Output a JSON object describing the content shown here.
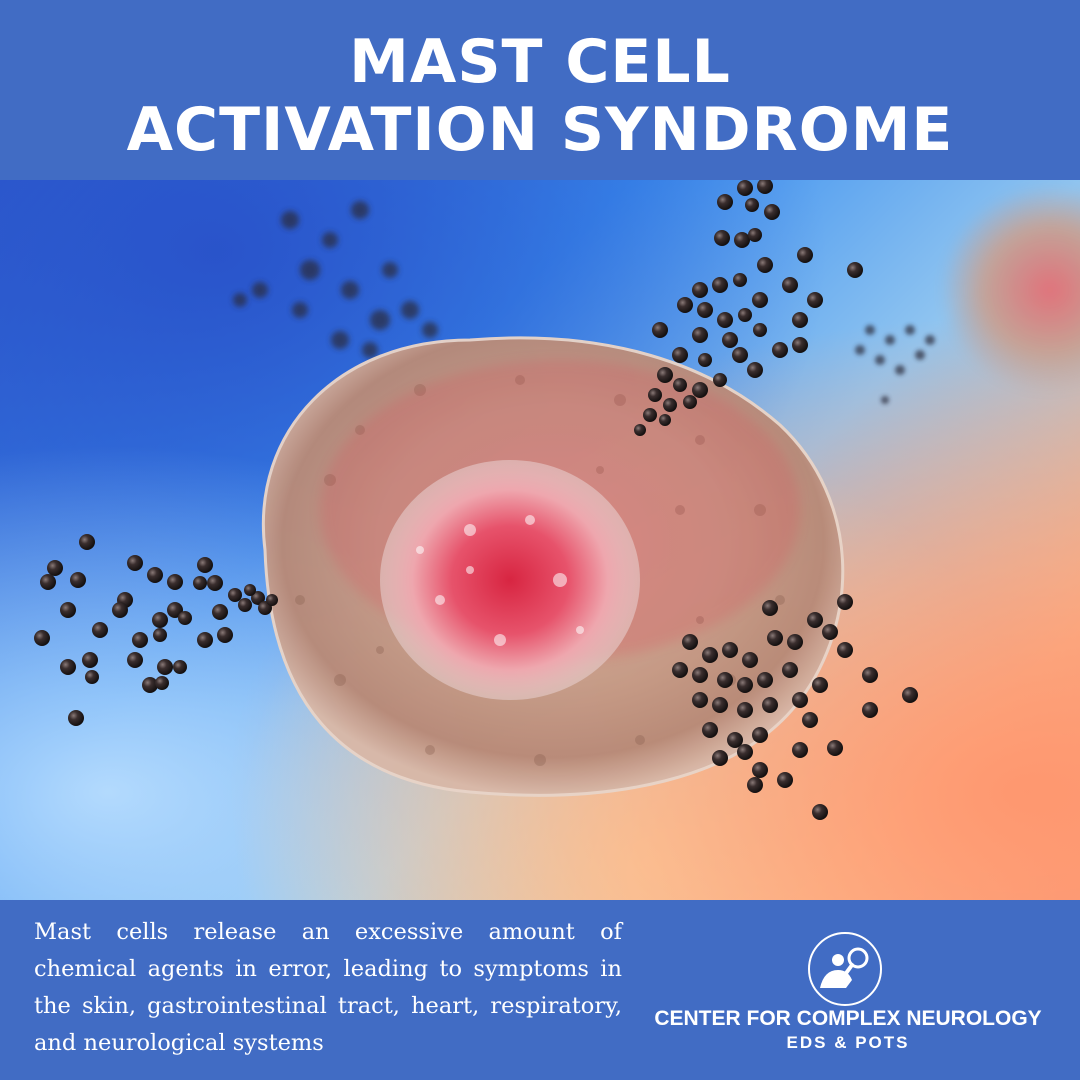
{
  "header": {
    "title_line1": "MAST CELL",
    "title_line2": "ACTIVATION SYNDROME"
  },
  "hero": {
    "icon": "mast-cell-illustration"
  },
  "footer": {
    "description": "Mast cells release an excessive amount of chemical agents in error, leading to symptoms in the skin, gastrointestinal tract, heart, respiratory, and neurological systems",
    "brand_name": "CENTER FOR COMPLEX NEUROLOGY",
    "brand_sub": "EDS & POTS",
    "logo_icon": "person-magnifier-icon"
  },
  "colors": {
    "band_blue": "#416cc4",
    "text": "#ffffff",
    "cell": "#c9a08e",
    "nucleus": "#e0304a",
    "granule": "#2a2222"
  }
}
